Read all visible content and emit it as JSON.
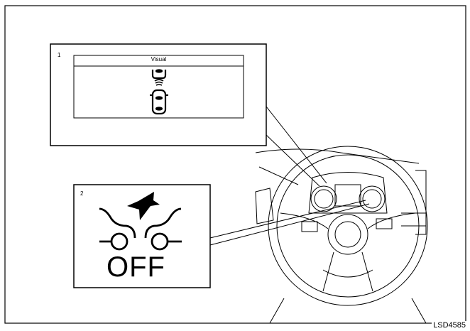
{
  "callout_1": {
    "number": "1",
    "display_label": "Visual"
  },
  "callout_2": {
    "number": "2",
    "indicator_text": "OFF"
  },
  "figure_code": "LSD4585"
}
